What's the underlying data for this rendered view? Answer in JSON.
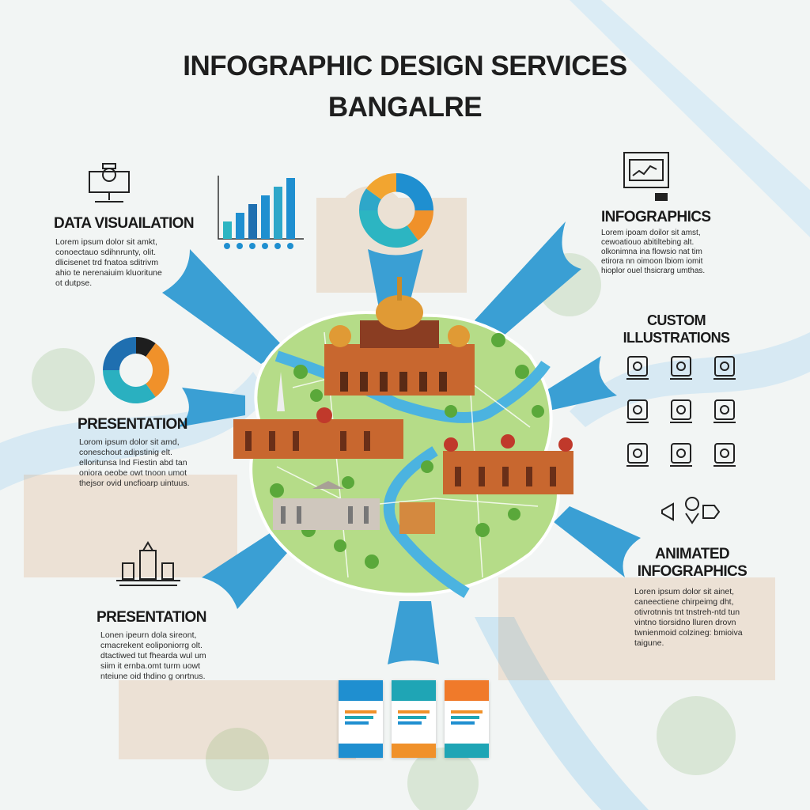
{
  "title": {
    "line1": "INFOGRAPHIC DESIGN SERVICES",
    "line2": "BANGALRE"
  },
  "colors": {
    "accent_blue": "#3a9fd4",
    "teal": "#1fa5b5",
    "orange": "#f0912a",
    "dark": "#1e1e1e",
    "map_green": "#a9d77a",
    "building": "#c8672f"
  },
  "sections": {
    "data_visualization": {
      "heading": "DATA VISUAILATION",
      "body": "Lorem ipsum dolor sit amkt,\nconoectauo sdihnrunty, olit.\ndlicisenet trd fnatoa sditrivm\nahio te nerenaiuim kluoritune\not dutpse.",
      "icon": "projector-icon"
    },
    "infographics": {
      "heading": "INFOGRAPHICS",
      "body": "Lorem ipoam doilor sit amst,\ncewoatiouo abitiltebing alt.\nolkonimna ina flowsio nat tim\netirora nn oimoon lbiom iomit\nhioplor ouel thsicrarg umthas.",
      "icon": "film-chart-icon"
    },
    "custom_illustrations": {
      "heading_line1": "CUSTOM",
      "heading_line2": "ILLUSTRATIONS",
      "icons": [
        "tablet-icon",
        "buildings-icon",
        "temple-icon",
        "pen-nib-icon",
        "clock-icon",
        "palace-icon",
        "tools-icon",
        "monitor-icon",
        "lightbulb-icon"
      ]
    },
    "presentation_1": {
      "heading": "PRESENTATION",
      "body": "Lorom ipsum dolor sit amd,\nconeschout adipstinig elt.\nelloritunsa lnd Fiestin abd tan\noniora oeobe owt tnoon umot\nthejsor ovid uncfioarp uintuus.",
      "icon": "donut-chart-icon"
    },
    "presentation_2": {
      "heading": "PRESENTATION",
      "body": "Lonen ipeurn dola sireont,\ncmacrekent eoliponiorrg olt.\ndtactiwed tut fhearda wul um\nsiim it ernba.omt turm uowt\nnteiune oid thdino g onrtnus.",
      "icon": "monument-icon"
    },
    "animated_infographics": {
      "heading_line1": "ANIMATED",
      "heading_line2": "INFOGRAPHICS",
      "body": "Loren ipsum dolor sit ainet,\ncaneectiene chirpeimg dht,\notivrotnnis tnt tnstreh-ntd tun\nvintno tiorsidno lluren drovn\ntwnienmoid colzineg: bmioiva\ntaigune.",
      "icon": "megaphone-icon"
    }
  },
  "bar_chart_icon": {
    "values": [
      2,
      3,
      4,
      5,
      6,
      7
    ]
  },
  "donut_top": {
    "slices": [
      {
        "color": "#1f8fd0",
        "value": 25
      },
      {
        "color": "#f0912a",
        "value": 15
      },
      {
        "color": "#2cb5c2",
        "value": 35
      },
      {
        "color": "#2ea7c9",
        "value": 10
      },
      {
        "color": "#f2a530",
        "value": 15
      }
    ]
  },
  "donut_left": {
    "slices": [
      {
        "color": "#1e1e1e",
        "value": 10
      },
      {
        "color": "#f0912a",
        "value": 30
      },
      {
        "color": "#2ab0c0",
        "value": 35
      },
      {
        "color": "#1f6fb0",
        "value": 25
      }
    ]
  },
  "bottom_cards": [
    {
      "header_color": "#1f8fd0",
      "footer_color": "#1f8fd0"
    },
    {
      "header_color": "#1fa5b5",
      "footer_color": "#f0912a"
    },
    {
      "header_color": "#f07a2a",
      "footer_color": "#1fa5b5"
    }
  ]
}
